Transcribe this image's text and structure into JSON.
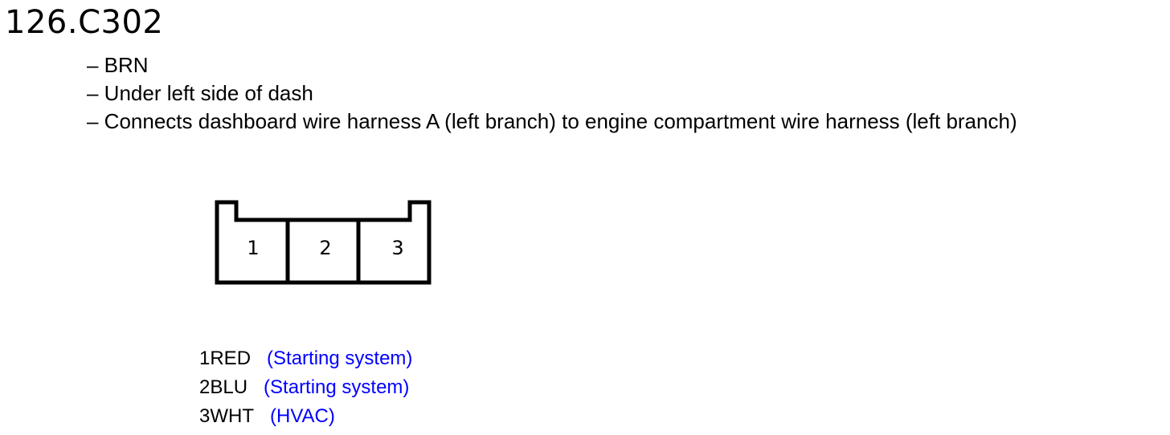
{
  "title": "126.C302",
  "details": [
    "– BRN",
    "– Under left side of dash",
    "– Connects dashboard wire harness A (left branch) to engine compartment wire harness (left branch)"
  ],
  "connector": {
    "cavities": [
      "1",
      "2",
      "3"
    ]
  },
  "pins": [
    {
      "number_color": "1RED",
      "function": "(Starting system)"
    },
    {
      "number_color": "2BLU",
      "function": "(Starting system)"
    },
    {
      "number_color": "3WHT",
      "function": "(HVAC)"
    }
  ],
  "colors": {
    "text": "#000000",
    "function_text": "#0000ff",
    "outline": "#000000"
  }
}
